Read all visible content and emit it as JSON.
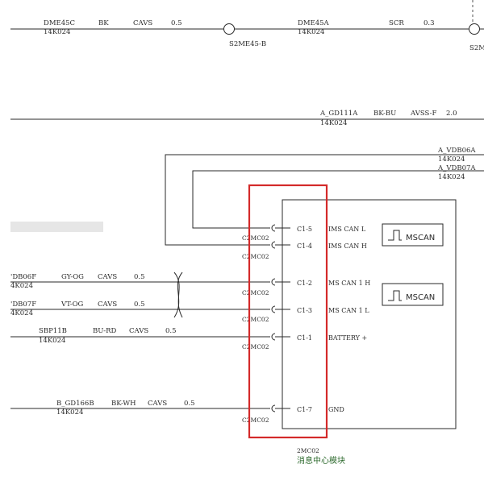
{
  "top_wire": {
    "left": {
      "circuit": "DME45C",
      "connector": "14K024",
      "color": "BK",
      "type": "CAVS",
      "size": "0.5",
      "splice": "S2ME45-B"
    },
    "right": {
      "circuit": "DME45A",
      "connector": "14K024",
      "color": "SCR",
      "size": "0.3",
      "splice_partial": "S2MI"
    }
  },
  "mid_wire": {
    "circuit": "A_GD111A",
    "connector": "14K024",
    "color": "BK-BU",
    "type": "AVSS-F",
    "size": "2.0"
  },
  "feed_wires": [
    {
      "circuit": "A_VDB06A",
      "connector": "14K024"
    },
    {
      "circuit": "A_VDB07A",
      "connector": "14K024"
    }
  ],
  "left_wires": [
    {
      "circuit": "'DB06F",
      "connector": "4K024",
      "color": "GY-OG",
      "type": "CAVS",
      "size": "0.5"
    },
    {
      "circuit": "'DB07F",
      "connector": "4K024",
      "color": "VT-OG",
      "type": "CAVS",
      "size": "0.5"
    },
    {
      "circuit": "SBP11B",
      "connector": "14K024",
      "color": "BU-RD",
      "type": "CAVS",
      "size": "0.5"
    },
    {
      "circuit": "B_GD166B",
      "connector": "14K024",
      "color": "BK-WH",
      "type": "CAVS",
      "size": "0.5"
    }
  ],
  "pins": [
    {
      "pin": "C1-5",
      "signal": "IMS CAN L",
      "connector": "C2MC02"
    },
    {
      "pin": "C1-4",
      "signal": "IMS CAN H",
      "connector": "C2MC02"
    },
    {
      "pin": "C1-2",
      "signal": "MS CAN 1 H",
      "connector": "C2MC02"
    },
    {
      "pin": "C1-3",
      "signal": "MS CAN 1 L",
      "connector": "C2MC02"
    },
    {
      "pin": "C1-1",
      "signal": "BATTERY +",
      "connector": "C2MC02"
    },
    {
      "pin": "C1-7",
      "signal": "GND",
      "connector": "C2MC02"
    }
  ],
  "modules": [
    {
      "label": "MSCAN"
    },
    {
      "label": "MSCAN"
    }
  ],
  "module_id": "2MC02",
  "module_name": "消息中心模块",
  "colors": {
    "line": "#2a2a2a",
    "highlight": "#d42a2a",
    "module_name": "#2f6b2f"
  }
}
